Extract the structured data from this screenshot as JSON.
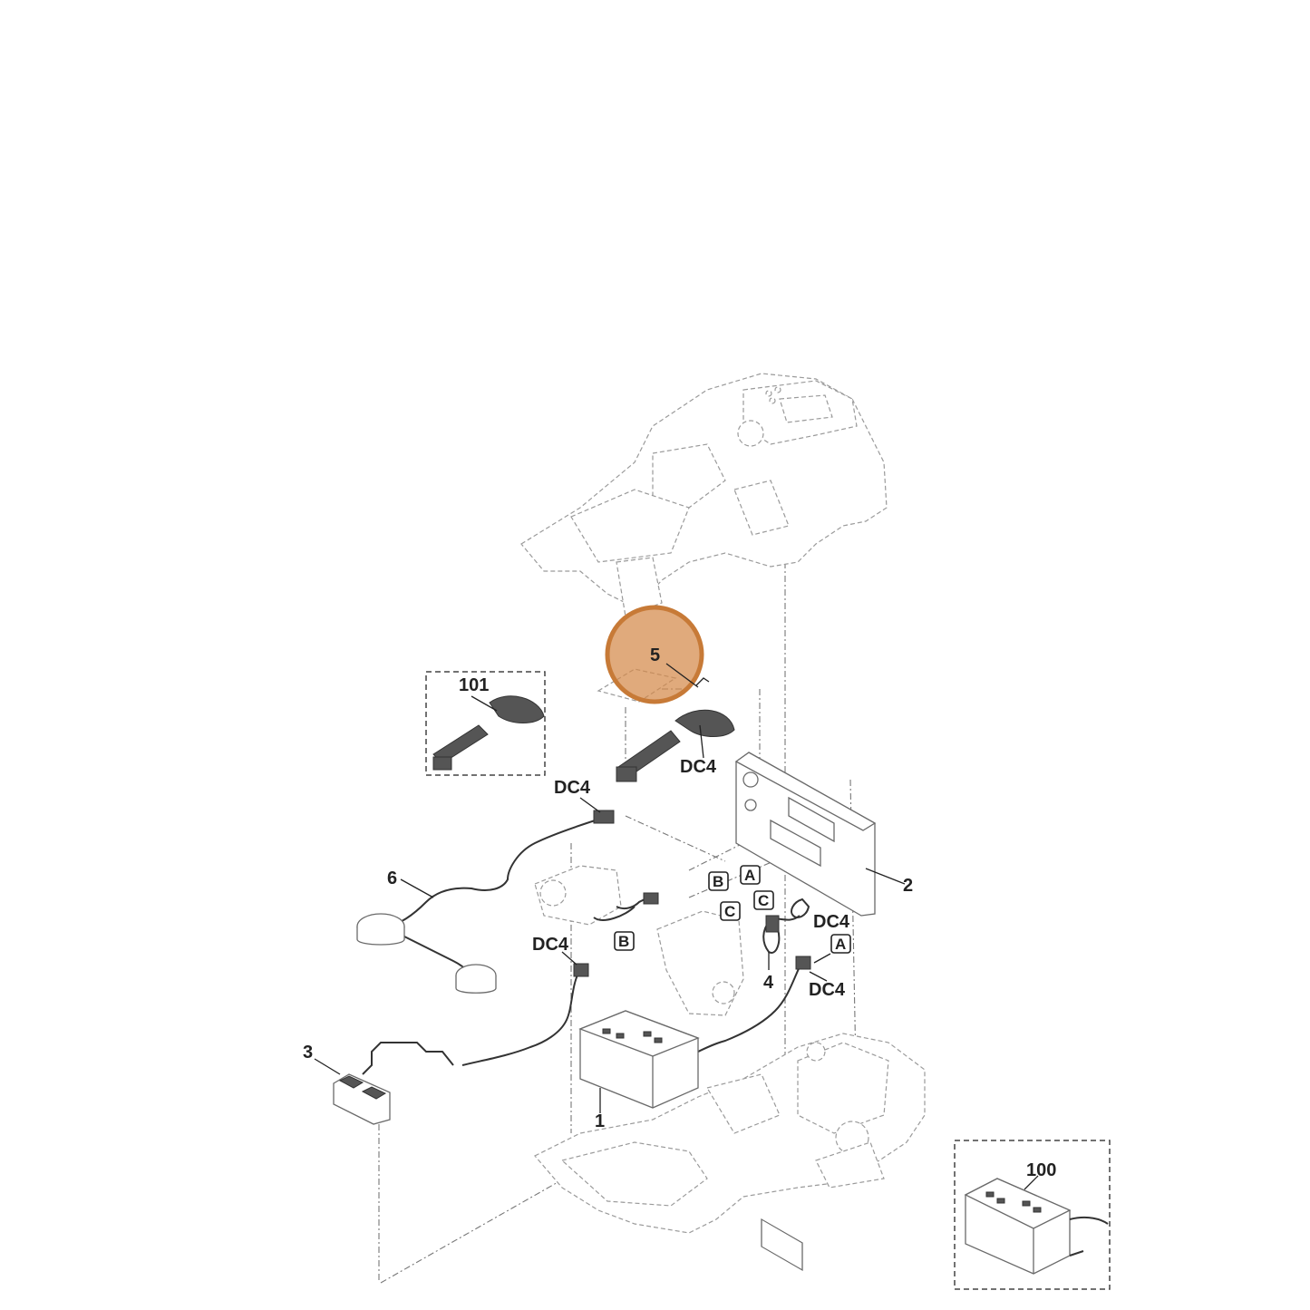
{
  "callouts": {
    "p1": "1",
    "p2": "2",
    "p3": "3",
    "p4": "4",
    "p5": "5",
    "p6": "6",
    "p100": "100",
    "p101": "101"
  },
  "connectors": {
    "dc4_sensor": "DC4",
    "dc4_harness_top": "DC4",
    "dc4_harness_mid": "DC4",
    "dc4_right_upper": "DC4",
    "dc4_right_lower": "DC4"
  },
  "tags": {
    "b_upper": "B",
    "a_upper": "A",
    "c_left": "C",
    "c_right": "C",
    "b_lower": "B",
    "a_lower": "A"
  },
  "highlight": {
    "color": "#d4894a",
    "target": "5"
  }
}
